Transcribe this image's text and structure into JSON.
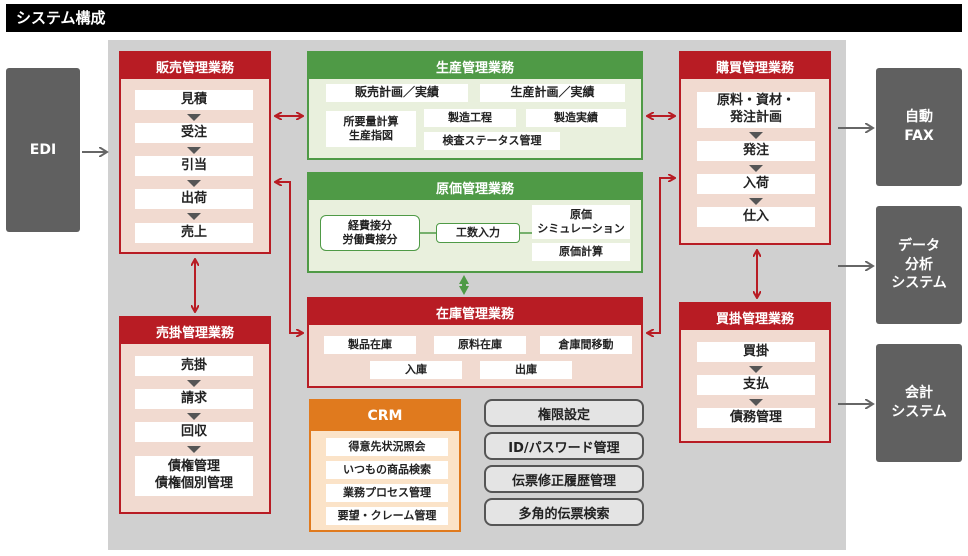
{
  "title": "システム構成",
  "external": {
    "edi": "EDI",
    "fax": "自動\nFAX",
    "analysis": "データ\n分析\nシステム",
    "accounting": "会計\nシステム"
  },
  "sales": {
    "title": "販売管理業務",
    "steps": [
      "見積",
      "受注",
      "引当",
      "出荷",
      "売上"
    ]
  },
  "receivable": {
    "title": "売掛管理業務",
    "steps": [
      "売掛",
      "請求",
      "回収",
      "債権管理\n債権個別管理"
    ]
  },
  "production": {
    "title": "生産管理業務",
    "items": [
      "販売計画／実績",
      "生産計画／実績",
      "所要量計算\n生産指図",
      "製造工程",
      "製造実績",
      "検査ステータス管理"
    ]
  },
  "cost": {
    "title": "原価管理業務",
    "items": [
      "経費接分\n労働費接分",
      "工数入力",
      "原価\nシミュレーション",
      "原価計算"
    ]
  },
  "inventory": {
    "title": "在庫管理業務",
    "items": [
      "製品在庫",
      "原料在庫",
      "倉庫間移動",
      "入庫",
      "出庫"
    ]
  },
  "purchase": {
    "title": "購買管理業務",
    "steps": [
      "原料・資材・\n発注計画",
      "発注",
      "入荷",
      "仕入"
    ]
  },
  "payable": {
    "title": "買掛管理業務",
    "steps": [
      "買掛",
      "支払",
      "債務管理"
    ]
  },
  "crm": {
    "title": "CRM",
    "items": [
      "得意先状況照会",
      "いつもの商品検索",
      "業務プロセス管理",
      "要望・クレーム管理"
    ]
  },
  "common": [
    "権限設定",
    "ID/パスワード管理",
    "伝票修正履歴管理",
    "多角的伝票検索"
  ],
  "colors": {
    "red": "#b81c24",
    "green": "#4f9a46",
    "orange": "#e07a1e",
    "gray": "#606060"
  }
}
